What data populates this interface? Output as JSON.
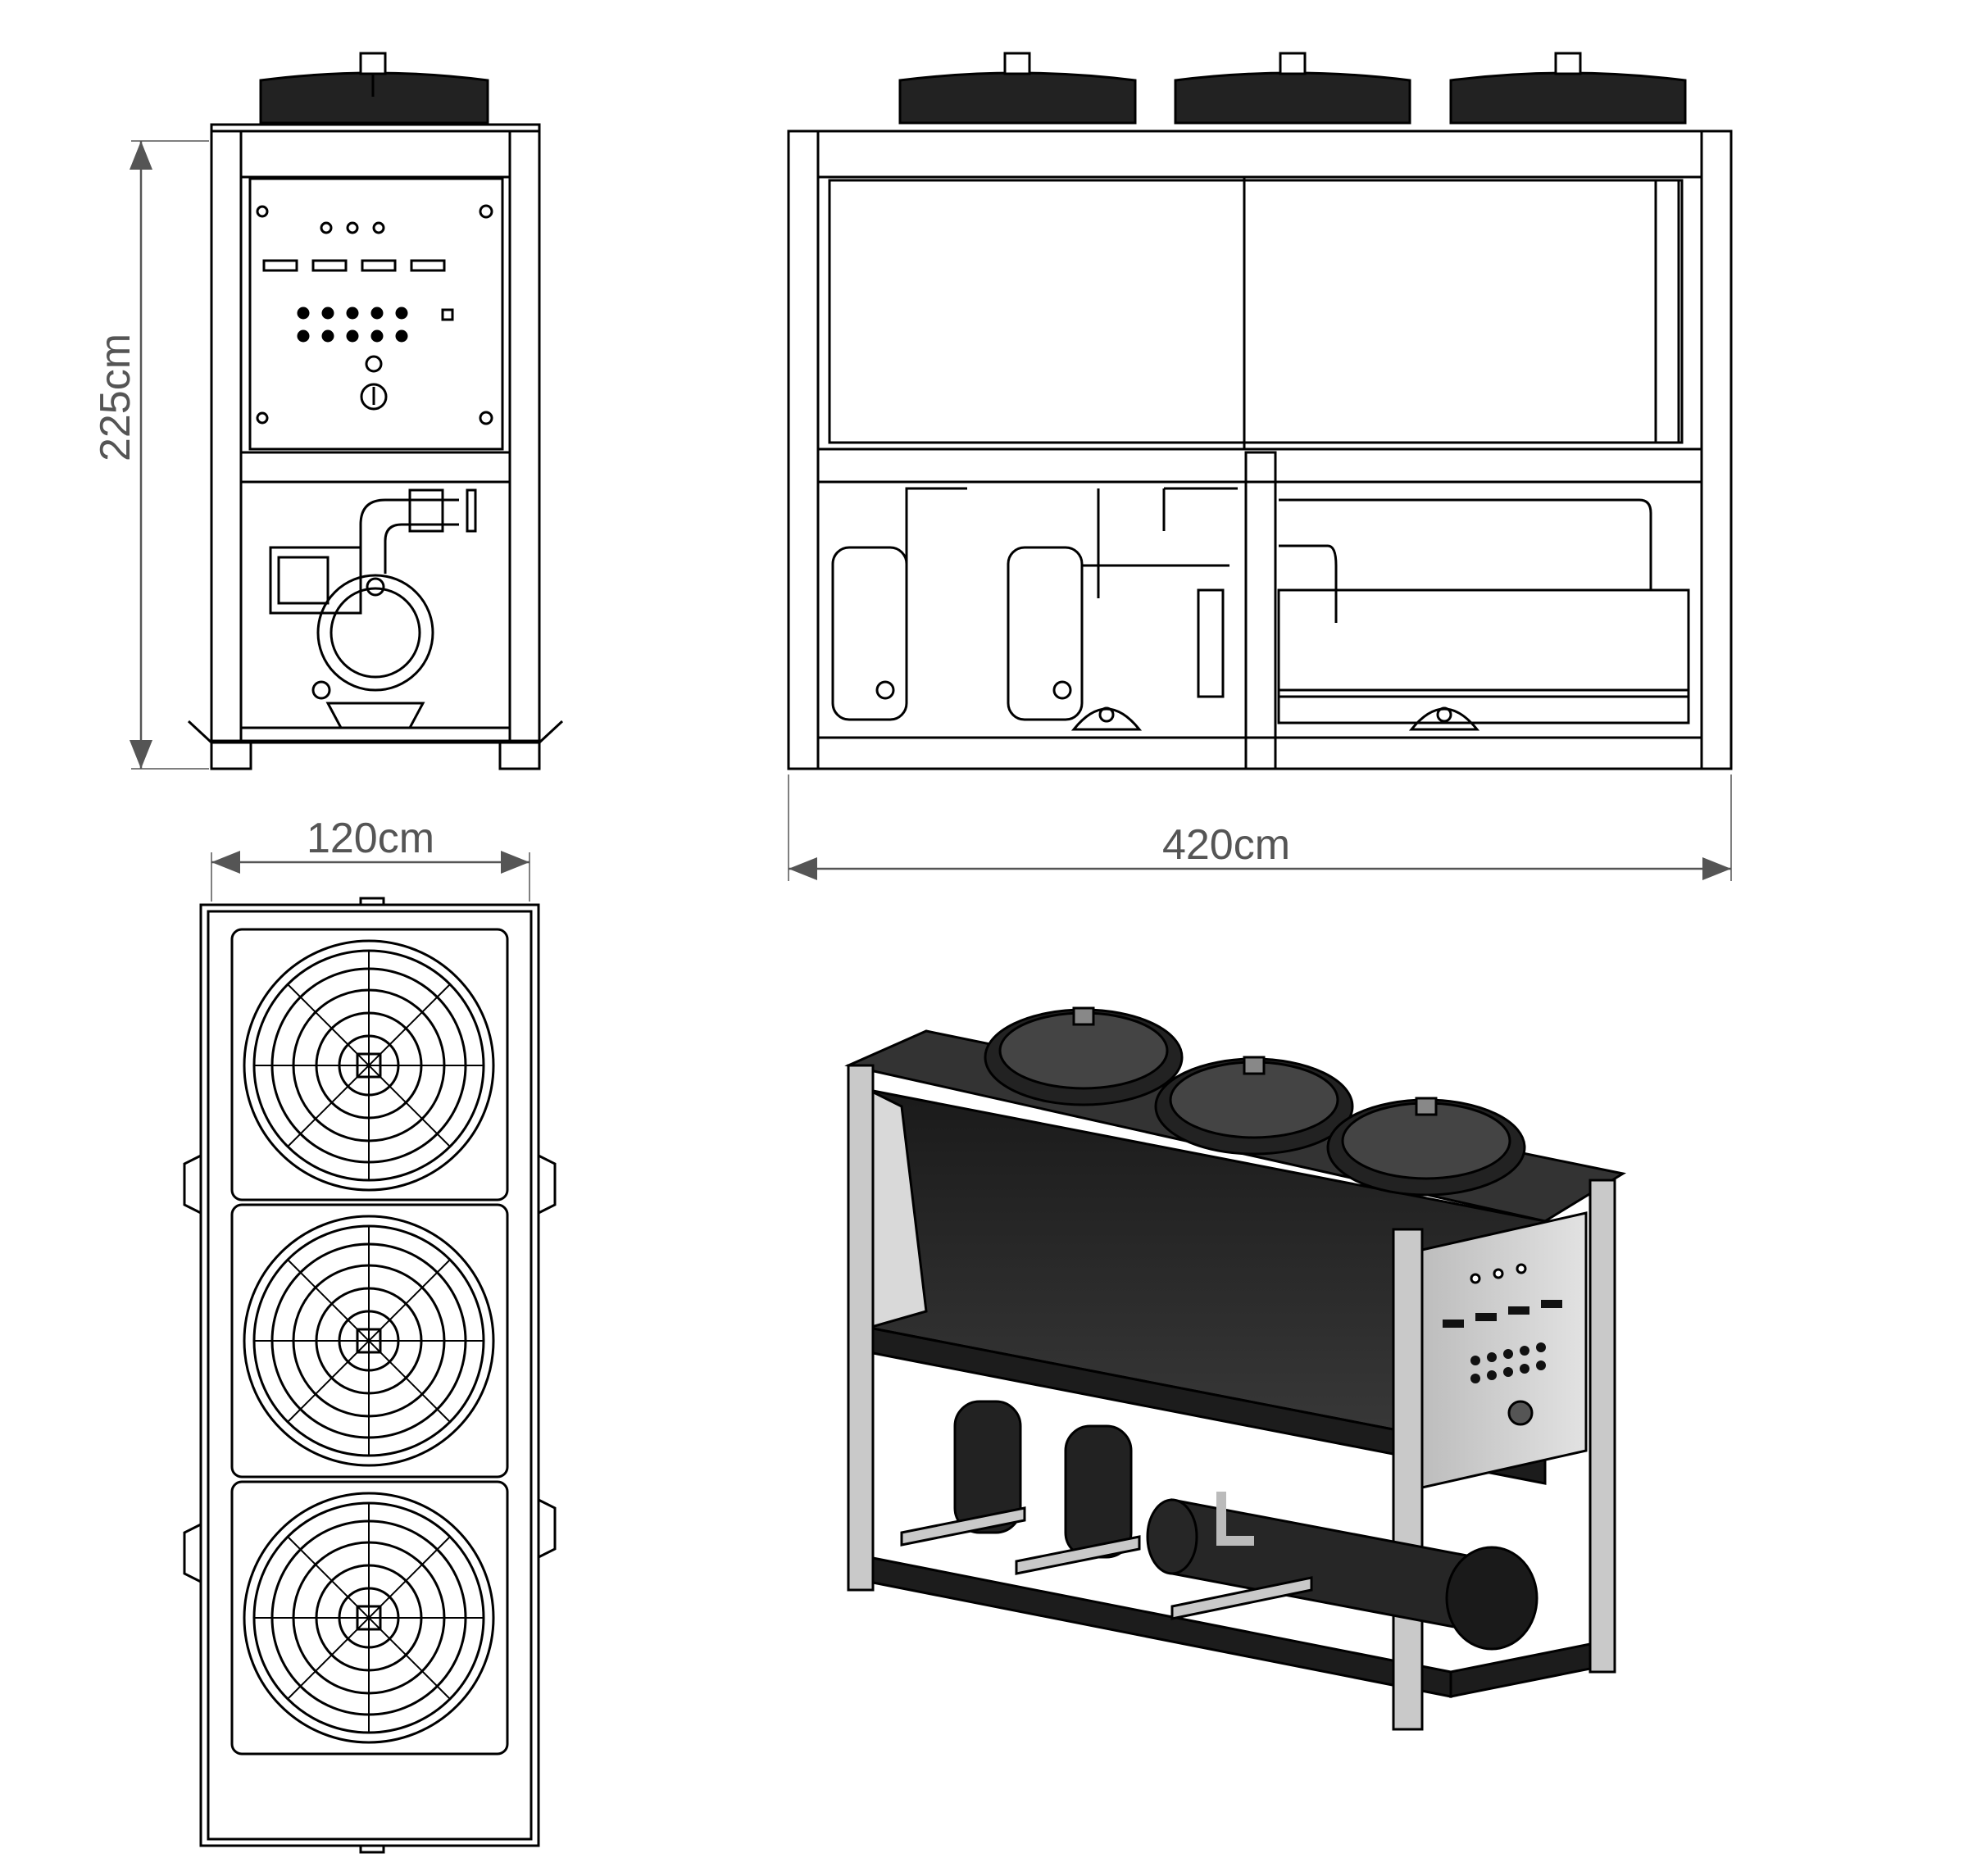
{
  "dimensions": {
    "height_label": "225cm",
    "width_label": "120cm",
    "length_label": "420cm"
  },
  "views": {
    "front_panel": {
      "top_lamps": 3,
      "display_slots": 4,
      "selector_switches": 5
    },
    "top_view": {
      "fan_count": 3
    },
    "side_view": {
      "fan_count": 3
    },
    "isometric": {
      "fan_count": 3
    }
  },
  "colors": {
    "line": "#000000",
    "dimension": "#555555",
    "dark_fill": "#2a2a2a",
    "steel_fill": "#c9c9c9"
  }
}
